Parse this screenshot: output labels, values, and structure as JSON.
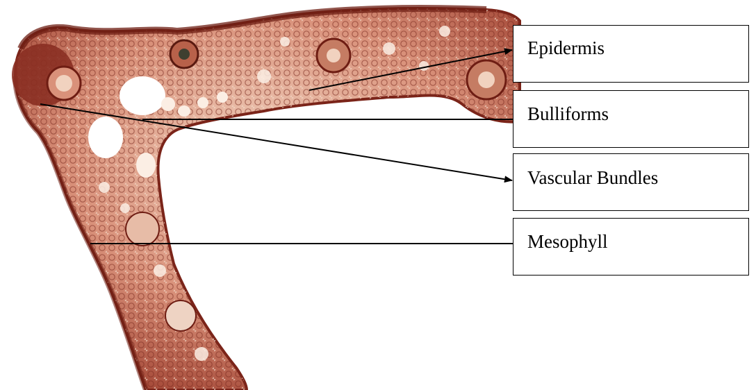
{
  "labels": {
    "epidermis": "Epidermis",
    "bulliforms": "Bulliforms",
    "vascular_bundles": "Vascular Bundles",
    "mesophyll": "Mesophyll"
  },
  "colors": {
    "tissue_dark": "#8a2f22",
    "tissue_mid": "#c9735a",
    "tissue_light": "#f1d2bf",
    "cell_white": "#ffffff",
    "line": "#000000"
  }
}
